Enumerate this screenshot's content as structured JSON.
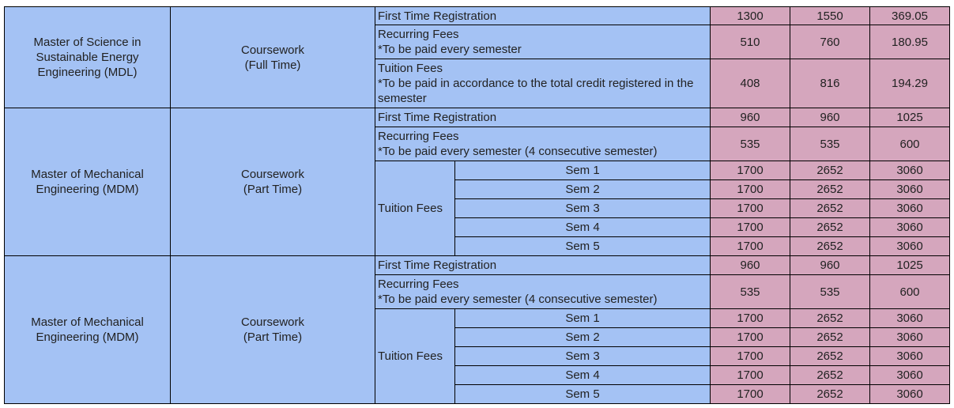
{
  "programs": [
    {
      "name": "Master of Science in Sustainable Energy Engineering (MDL)",
      "mode": "Coursework",
      "mode_detail": "(Full Time)",
      "fees": [
        {
          "label": "First Time Registration",
          "note": "",
          "values": [
            "1300",
            "1550",
            "369.05"
          ]
        },
        {
          "label": "Recurring Fees",
          "note": "*To be paid every semester",
          "values": [
            "510",
            "760",
            "180.95"
          ]
        },
        {
          "label": "Tuition Fees",
          "note": "*To be paid in accordance to the total credit registered in the semester",
          "values": [
            "408",
            "816",
            "194.29"
          ]
        }
      ]
    },
    {
      "name": "Master of Mechanical Engineering (MDM)",
      "mode": "Coursework",
      "mode_detail": "(Part Time)",
      "fees": [
        {
          "label": "First Time Registration",
          "note": "",
          "values": [
            "960",
            "960",
            "1025"
          ]
        },
        {
          "label": "Recurring Fees",
          "note": "*To be paid every semester (4 consecutive semester)",
          "values": [
            "535",
            "535",
            "600"
          ]
        }
      ],
      "tuition_label": "Tuition Fees",
      "semesters": [
        {
          "label": "Sem 1",
          "values": [
            "1700",
            "2652",
            "3060"
          ]
        },
        {
          "label": "Sem 2",
          "values": [
            "1700",
            "2652",
            "3060"
          ]
        },
        {
          "label": "Sem 3",
          "values": [
            "1700",
            "2652",
            "3060"
          ]
        },
        {
          "label": "Sem 4",
          "values": [
            "1700",
            "2652",
            "3060"
          ]
        },
        {
          "label": "Sem 5",
          "values": [
            "1700",
            "2652",
            "3060"
          ]
        }
      ]
    },
    {
      "name": "Master of Mechanical Engineering (MDM)",
      "mode": "Coursework",
      "mode_detail": "(Part Time)",
      "fees": [
        {
          "label": "First Time Registration",
          "note": "",
          "values": [
            "960",
            "960",
            "1025"
          ]
        },
        {
          "label": "Recurring Fees",
          "note": "*To be paid every semester (4 consecutive semester)",
          "values": [
            "535",
            "535",
            "600"
          ]
        }
      ],
      "tuition_label": "Tuition Fees",
      "semesters": [
        {
          "label": "Sem 1",
          "values": [
            "1700",
            "2652",
            "3060"
          ]
        },
        {
          "label": "Sem 2",
          "values": [
            "1700",
            "2652",
            "3060"
          ]
        },
        {
          "label": "Sem 3",
          "values": [
            "1700",
            "2652",
            "3060"
          ]
        },
        {
          "label": "Sem 4",
          "values": [
            "1700",
            "2652",
            "3060"
          ]
        },
        {
          "label": "Sem 5",
          "values": [
            "1700",
            "2652",
            "3060"
          ]
        }
      ]
    }
  ]
}
